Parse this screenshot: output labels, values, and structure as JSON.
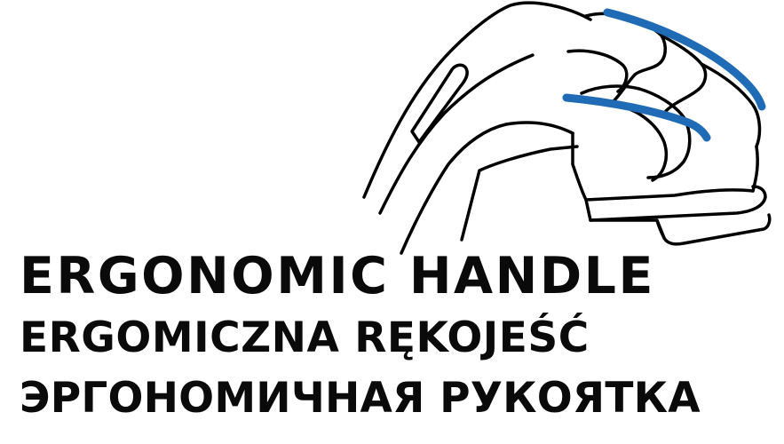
{
  "captions": {
    "english": "ERGONOMIC HANDLE",
    "polish": "ERGOMICZNA RĘKOJEŚĆ",
    "russian": "ЭРГОНОМИЧНАЯ РУКОЯТКА"
  },
  "illustration": {
    "subject": "hand-gripping-handle",
    "line_color": "#000000",
    "highlight_color": "#1f6bb5"
  }
}
